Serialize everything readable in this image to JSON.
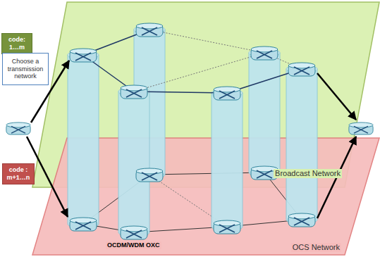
{
  "diagram": {
    "nodes": [
      {
        "text": [
          "Broadcast Network"
        ]
      },
      {
        "text": [
          "code: 1…m"
        ]
      },
      {
        "text": [
          "Choose a transmission network"
        ]
      },
      {
        "text": [
          "code : m+1…n"
        ]
      },
      {
        "text": [
          "OCS Network"
        ]
      }
    ],
    "labels": [
      "OCDM/WDM OXC"
    ]
  }
}
